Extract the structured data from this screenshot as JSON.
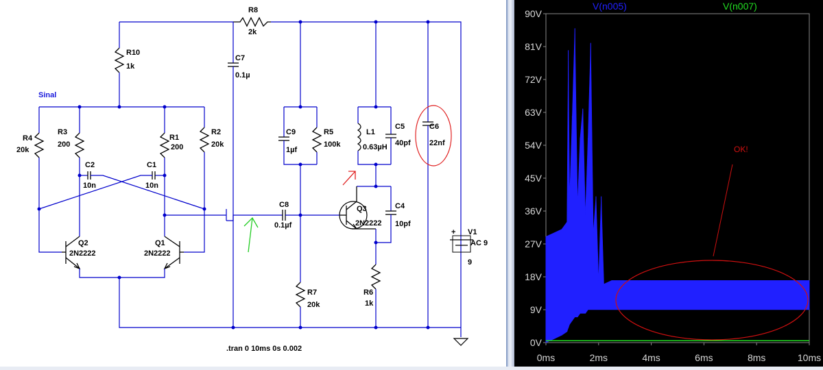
{
  "schematic": {
    "net_label": "Sinal",
    "directive": ".tran 0 10ms 0s 0.002",
    "components": {
      "r8": {
        "name": "R8",
        "value": "2k"
      },
      "r10": {
        "name": "R10",
        "value": "1k"
      },
      "c7": {
        "name": "C7",
        "value": "0.1µ"
      },
      "r4": {
        "name": "R4",
        "value": "20k"
      },
      "r3": {
        "name": "R3",
        "value": "200"
      },
      "r1": {
        "name": "R1",
        "value": "200"
      },
      "r2": {
        "name": "R2",
        "value": "20k"
      },
      "c2": {
        "name": "C2",
        "value": "10n"
      },
      "c1": {
        "name": "C1",
        "value": "10n"
      },
      "c9": {
        "name": "C9",
        "value": "1µf"
      },
      "r5": {
        "name": "R5",
        "value": "100k"
      },
      "l1": {
        "name": "L1",
        "value": "0.63µH"
      },
      "c5": {
        "name": "C5",
        "value": "40pf"
      },
      "c6": {
        "name": "C6",
        "value": "22nf"
      },
      "c8": {
        "name": "C8",
        "value": "0.1µf"
      },
      "q3": {
        "name": "Q3",
        "value": "2N2222"
      },
      "c4": {
        "name": "C4",
        "value": "10pf"
      },
      "q2": {
        "name": "Q2",
        "value": "2N2222"
      },
      "q1": {
        "name": "Q1",
        "value": "2N2222"
      },
      "v1": {
        "name": "V1",
        "value": "AC 9",
        "extra": "9"
      },
      "r7": {
        "name": "R7",
        "value": "20k"
      },
      "r6": {
        "name": "R6",
        "value": "1k"
      }
    },
    "annotation_colors": {
      "red": "#e02020",
      "green": "#22cc22"
    }
  },
  "plot": {
    "trace_labels": [
      {
        "label": "V(n005)",
        "color": "#2020ff"
      },
      {
        "label": "V(n007)",
        "color": "#22dd22"
      }
    ],
    "annotation_text": "OK!",
    "annotation_color": "#d01010",
    "background": "#000000",
    "chart_data": {
      "type": "line",
      "xlabel": "",
      "ylabel": "",
      "x_ticks": [
        "0ms",
        "2ms",
        "4ms",
        "6ms",
        "8ms",
        "10ms"
      ],
      "y_ticks": [
        "0V",
        "9V",
        "18V",
        "27V",
        "36V",
        "45V",
        "54V",
        "63V",
        "72V",
        "81V",
        "90V"
      ],
      "xlim": [
        0,
        10
      ],
      "ylim": [
        0,
        90
      ],
      "series": [
        {
          "name": "V(n005)",
          "x": [
            0,
            0.3,
            0.6,
            0.8,
            0.85,
            0.9,
            1.0,
            1.1,
            1.2,
            1.3,
            1.4,
            1.5,
            1.6,
            1.7,
            1.8,
            1.9,
            2.0,
            2.1,
            2.2,
            2.5,
            3,
            3.5,
            4,
            4.5,
            5,
            5.5,
            6,
            6.5,
            7,
            7.5,
            8,
            8.5,
            9,
            9.5,
            10
          ],
          "y_max": [
            29,
            30,
            31,
            33,
            80,
            40,
            62,
            86,
            38,
            56,
            64,
            35,
            56,
            82,
            30,
            40,
            17,
            40,
            16,
            17,
            17,
            17,
            17,
            17,
            17,
            17,
            17,
            17,
            17,
            17,
            17,
            17,
            17,
            17,
            17
          ],
          "y_min": [
            0,
            1,
            2,
            3,
            4,
            5,
            6,
            7,
            7,
            8,
            8,
            8,
            9,
            9,
            9,
            9,
            9,
            9,
            9,
            9,
            9,
            9,
            9,
            9,
            9,
            9,
            9,
            9,
            9,
            9,
            9,
            9,
            9,
            9,
            9
          ]
        },
        {
          "name": "V(n007)",
          "x": [
            0,
            10
          ],
          "y": [
            0.5,
            0.5
          ]
        }
      ]
    }
  }
}
